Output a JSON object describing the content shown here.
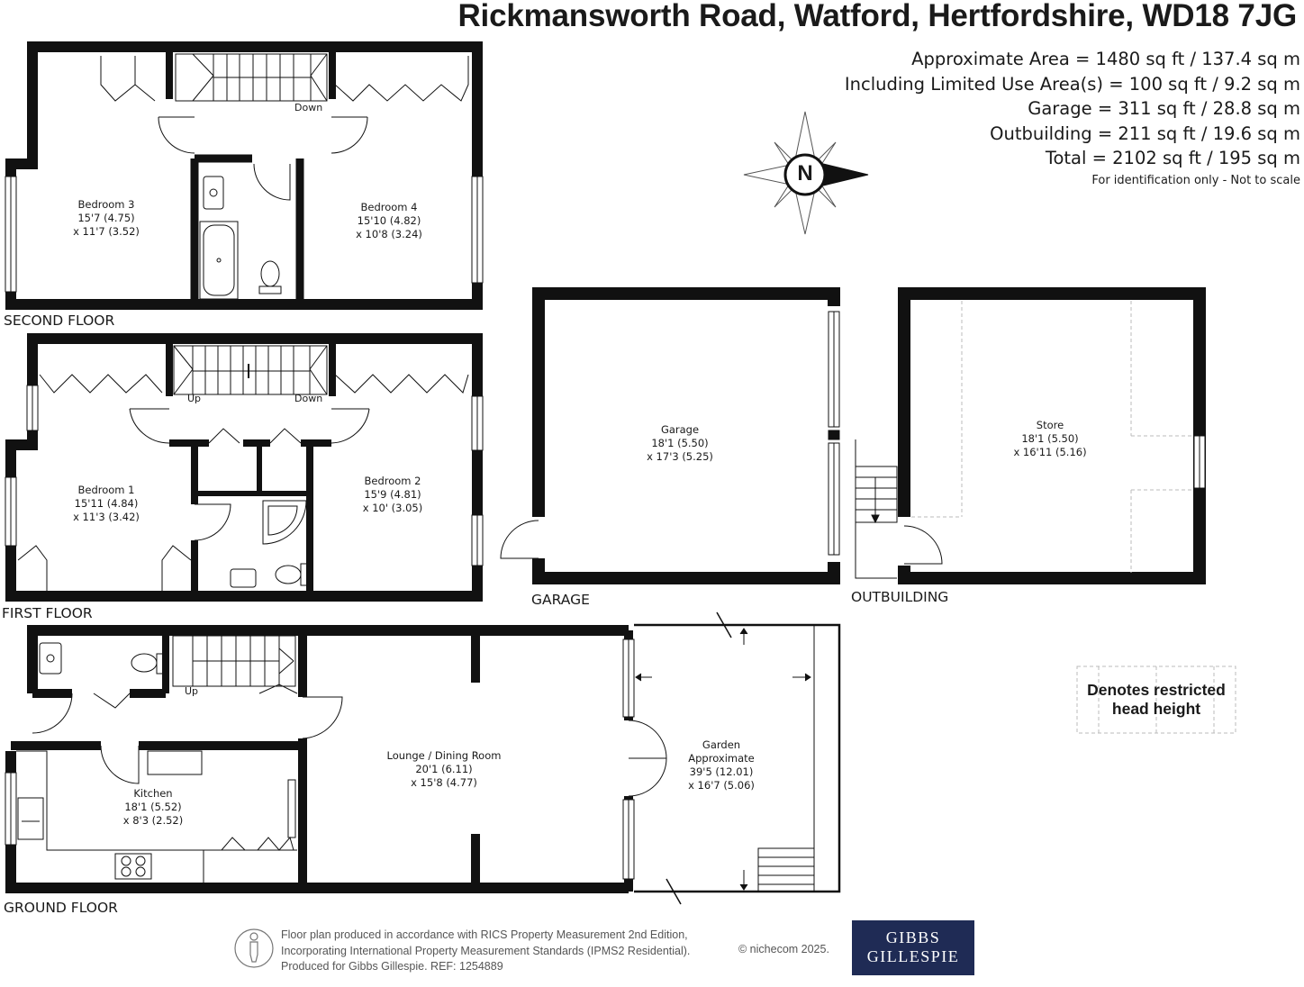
{
  "header": {
    "title": "Rickmansworth Road, Watford, Hertfordshire, WD18 7JG",
    "areas": [
      "Approximate Area = 1480 sq ft / 137.4 sq m",
      "Including Limited Use Area(s) = 100 sq ft / 9.2 sq m",
      "Garage = 311 sq ft / 28.8 sq m",
      "Outbuilding = 211 sq ft / 19.6 sq m",
      "Total = 2102 sq ft / 195 sq m"
    ],
    "note": "For identification only - Not to scale"
  },
  "compass": {
    "letter": "N"
  },
  "floors": {
    "second": "SECOND FLOOR",
    "first": "FIRST FLOOR",
    "ground": "GROUND FLOOR",
    "garage": "GARAGE",
    "outbuilding": "OUTBUILDING"
  },
  "rooms": {
    "bedroom3": {
      "name": "Bedroom 3",
      "d1": "15'7 (4.75)",
      "d2": "x 11'7 (3.52)"
    },
    "bedroom4": {
      "name": "Bedroom 4",
      "d1": "15'10 (4.82)",
      "d2": "x 10'8 (3.24)"
    },
    "bedroom1": {
      "name": "Bedroom 1",
      "d1": "15'11 (4.84)",
      "d2": "x 11'3 (3.42)"
    },
    "bedroom2": {
      "name": "Bedroom 2",
      "d1": "15'9 (4.81)",
      "d2": "x 10' (3.05)"
    },
    "garage": {
      "name": "Garage",
      "d1": "18'1 (5.50)",
      "d2": "x 17'3 (5.25)"
    },
    "store": {
      "name": "Store",
      "d1": "18'1 (5.50)",
      "d2": "x 16'11 (5.16)"
    },
    "kitchen": {
      "name": "Kitchen",
      "d1": "18'1 (5.52)",
      "d2": "x 8'3 (2.52)"
    },
    "lounge": {
      "name": "Lounge / Dining Room",
      "d1": "20'1 (6.11)",
      "d2": "x 15'8 (4.77)"
    },
    "garden": {
      "name": "Garden",
      "d0": "Approximate",
      "d1": "39'5 (12.01)",
      "d2": "x 16'7 (5.06)"
    }
  },
  "stairs": {
    "down": "Down",
    "up": "Up"
  },
  "legend": {
    "line1": "Denotes restricted",
    "line2": "head height"
  },
  "footer": {
    "line1": "Floor plan produced in accordance with RICS Property Measurement 2nd Edition,",
    "line2": "Incorporating International Property Measurement Standards (IPMS2 Residential).",
    "line3": "Produced for Gibbs Gillespie.   REF:  1254889",
    "copyright": "© nichecom 2025.",
    "logo_line1": "GIBBS",
    "logo_line2": "GILLESPIE"
  },
  "colors": {
    "wall": "#111111",
    "logo_bg": "#1f2b55",
    "dash": "#bbbbbb"
  }
}
